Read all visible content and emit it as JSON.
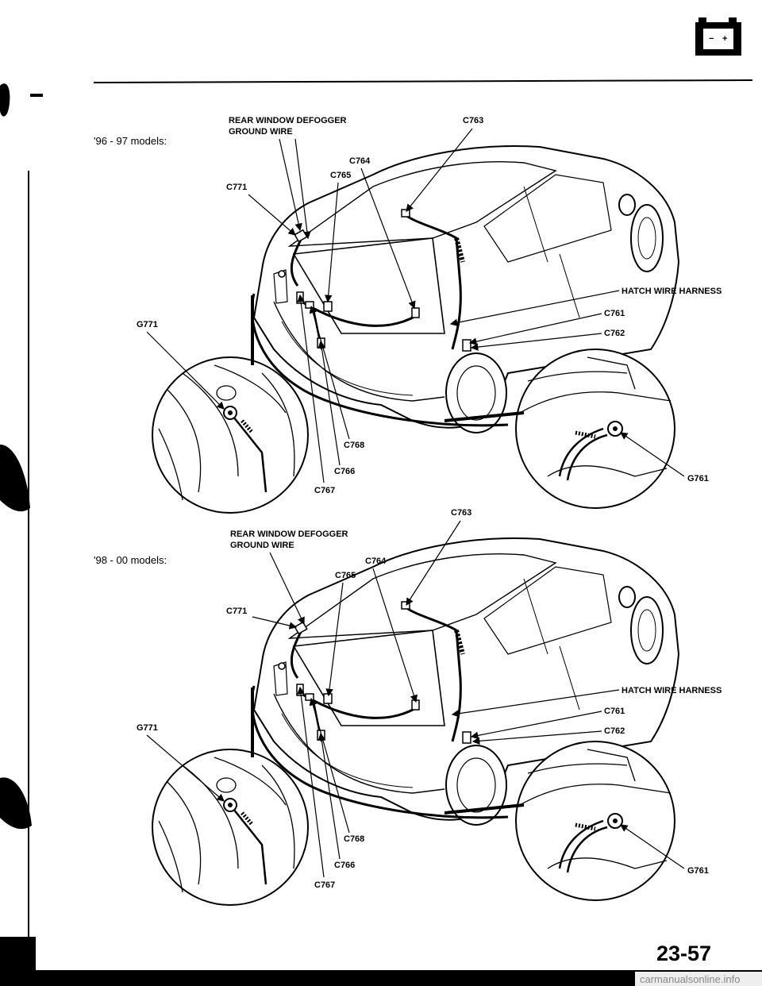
{
  "page": {
    "page_number": "23-57",
    "watermark": "carmanualsonline.info",
    "battery_icon": "battery-icon",
    "battery_symbols": {
      "minus": "−",
      "plus": "+"
    }
  },
  "diagrams": [
    {
      "models": "'96 - 97 models:",
      "labels": {
        "defogger_ground_line1": "REAR WINDOW DEFOGGER",
        "defogger_ground_line2": "GROUND WIRE",
        "c763": "C763",
        "c764": "C764",
        "c765": "C765",
        "c771": "C771",
        "hatch_harness": "HATCH WIRE HARNESS",
        "c761": "C761",
        "c762": "C762",
        "g771": "G771",
        "g761": "G761",
        "c768": "C768",
        "c766": "C766",
        "c767": "C767"
      }
    },
    {
      "models": "'98 - 00 models:",
      "labels": {
        "defogger_ground_line1": "REAR WINDOW DEFOGGER",
        "defogger_ground_line2": "GROUND WIRE",
        "c763": "C763",
        "c764": "C764",
        "c765": "C765",
        "c771": "C771",
        "hatch_harness": "HATCH WIRE HARNESS",
        "c761": "C761",
        "c762": "C762",
        "g771": "G771",
        "g761": "G761",
        "c768": "C768",
        "c766": "C766",
        "c767": "C767"
      }
    }
  ]
}
